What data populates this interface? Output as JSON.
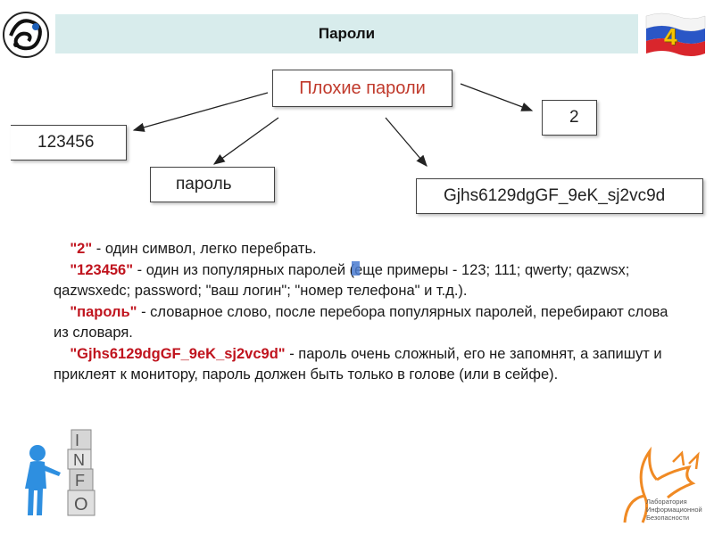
{
  "header": {
    "title": "Пароли"
  },
  "slide_number": "4",
  "diagram": {
    "main_label": "Плохие пароли",
    "examples": [
      "123456",
      "пароль",
      "2",
      "Gjhs6129dgGF_9eK_sj2vc9d"
    ]
  },
  "body": {
    "items": [
      {
        "quote": "\"2\"",
        "text": " - один символ, легко перебрать."
      },
      {
        "quote": "\"123456\"",
        "text": " - один из популярных паролей (еще примеры - 123; 111; qwerty; qazwsx; qazwsxedc; password; \"ваш логин\"; \"номер телефона\" и т.д.)."
      },
      {
        "quote": "\"пароль\"",
        "text": " - словарное слово, после перебора популярных паролей, перебирают слова из словаря."
      },
      {
        "quote": "\"Gjhs6129dgGF_9eK_sj2vc9d\"",
        "text": " - пароль очень сложный, его не запомнят, а запишут и приклеят к монитору, пароль должен быть только в голове (или в сейфе)."
      }
    ]
  },
  "footer": {
    "lab_logo_text": "Лаборатория Информационной Безопасности"
  },
  "colors": {
    "header_bg": "#d8ecec",
    "accent_red": "#c0141e",
    "main_box_text": "#c0392b"
  }
}
